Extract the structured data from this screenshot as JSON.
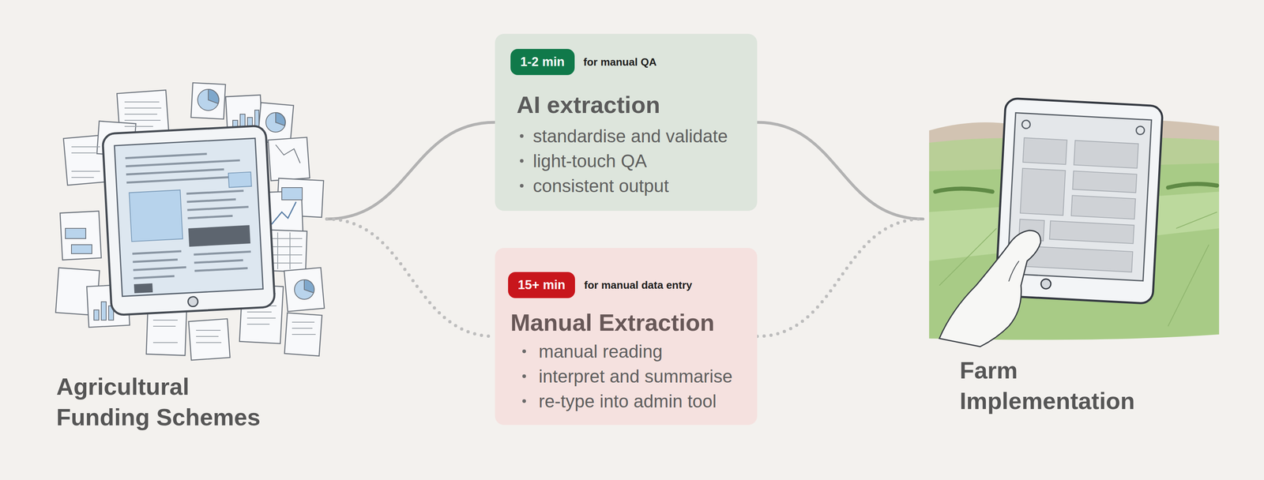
{
  "diagram": {
    "nodes": [
      {
        "text": [
          "Agricultural Funding Schemes"
        ]
      },
      {
        "text": [
          "for manual QA",
          "AI extraction",
          "standardise and validate",
          "light-touch QA",
          "consistent output"
        ]
      },
      {
        "text": [
          "1-2 min"
        ],
        "in": 1
      },
      {
        "text": [
          "for manual data entry",
          "Manual Extraction",
          "manual reading",
          "interpret and summarise",
          "re-type into admin tool"
        ]
      },
      {
        "text": [
          "15+ min"
        ],
        "in": 3
      },
      {
        "text": [
          "Farm Implementation"
        ]
      }
    ],
    "edges": [
      {
        "from": 0,
        "to": 1,
        "arrow": "none"
      },
      {
        "from": 1,
        "to": 5,
        "arrow": "none"
      },
      {
        "from": 0,
        "to": 3,
        "arrow": "none"
      },
      {
        "from": 3,
        "to": 5,
        "arrow": "none"
      }
    ]
  }
}
